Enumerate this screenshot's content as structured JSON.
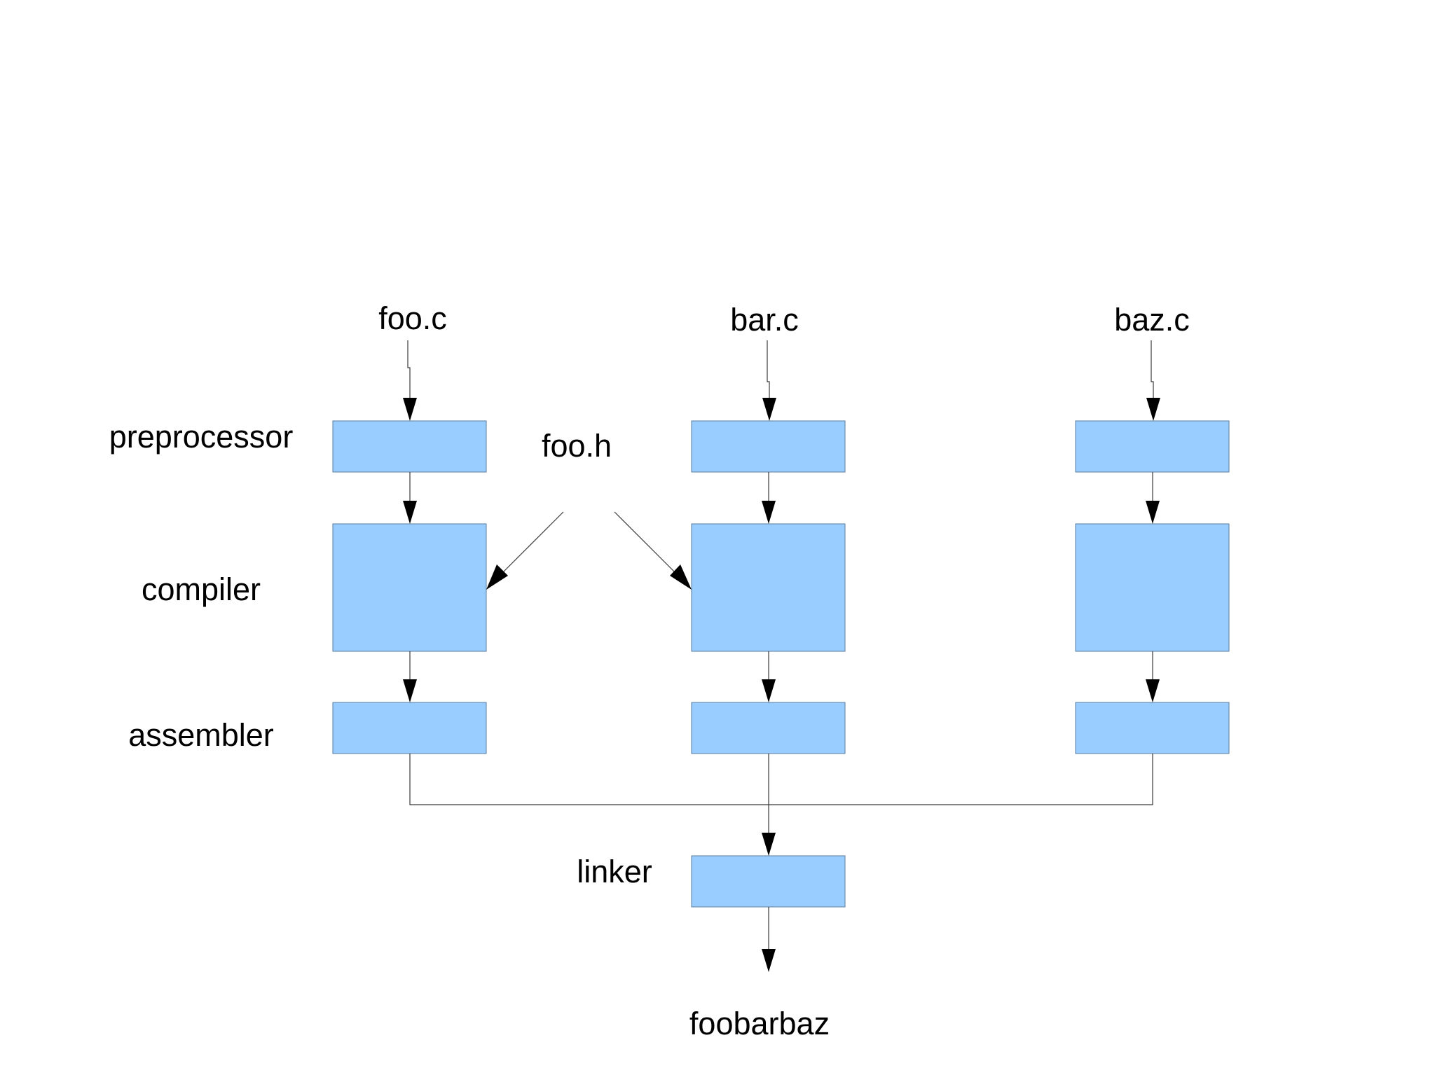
{
  "files": {
    "foo_c": "foo.c",
    "bar_c": "bar.c",
    "baz_c": "baz.c",
    "foo_h": "foo.h"
  },
  "stages": {
    "preprocessor": "preprocessor",
    "compiler": "compiler",
    "assembler": "assembler",
    "linker": "linker"
  },
  "output": "foobarbaz",
  "colors": {
    "box_fill": "#99ccff",
    "box_stroke": "#5b7c9c",
    "line": "#3a3a3a",
    "arrowhead": "#000000",
    "text": "#000000"
  }
}
